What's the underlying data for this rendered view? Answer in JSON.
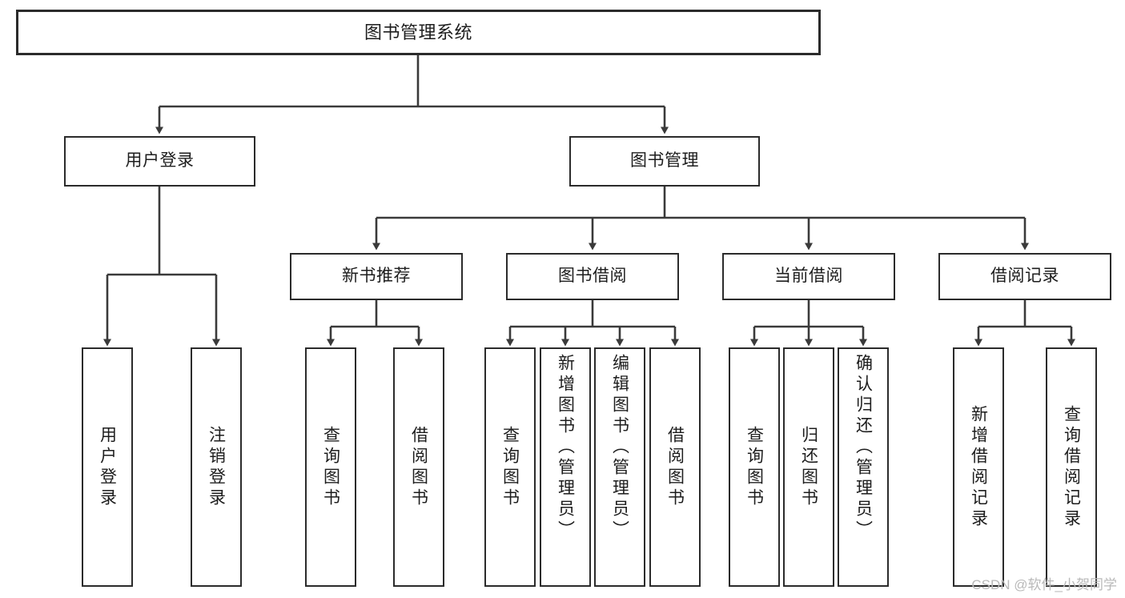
{
  "diagram": {
    "kind": "tree-hierarchy-chart",
    "title": "图书管理系统",
    "watermark": "CSDN @软件_小贺同学",
    "colors": {
      "background": "#ffffff",
      "box_stroke": "#2b2b2b",
      "connector": "#3a3a3a",
      "text": "#1d1d1d",
      "watermark": "#b9b9b9"
    },
    "nodes": {
      "root": {
        "label": "图书管理系统",
        "level": 0
      },
      "user_login": {
        "label": "用户登录",
        "level": 1
      },
      "book_manage": {
        "label": "图书管理",
        "level": 1
      },
      "new_book_recommend": {
        "label": "新书推荐",
        "level": 2
      },
      "book_borrow": {
        "label": "图书借阅",
        "level": 2
      },
      "current_borrow": {
        "label": "当前借阅",
        "level": 2
      },
      "borrow_record": {
        "label": "借阅记录",
        "level": 2
      },
      "leaf_user_login": {
        "label": "用户登录",
        "level": 3
      },
      "leaf_logout": {
        "label": "注销登录",
        "level": 3
      },
      "leaf_query_book_1": {
        "label": "查询图书",
        "level": 3
      },
      "leaf_borrow_book_1": {
        "label": "借阅图书",
        "level": 3
      },
      "leaf_query_book_2": {
        "label": "查询图书",
        "level": 3
      },
      "leaf_add_book": {
        "label": "新增图书（管理员）",
        "level": 3
      },
      "leaf_edit_book": {
        "label": "编辑图书（管理员）",
        "level": 3
      },
      "leaf_borrow_book_2": {
        "label": "借阅图书",
        "level": 3
      },
      "leaf_query_book_3": {
        "label": "查询图书",
        "level": 3
      },
      "leaf_return_book": {
        "label": "归还图书",
        "level": 3
      },
      "leaf_confirm_return": {
        "label": "确认归还（管理员）",
        "level": 3
      },
      "leaf_add_record": {
        "label": "新增借阅记录",
        "level": 3
      },
      "leaf_query_record": {
        "label": "查询借阅记录",
        "level": 3
      }
    },
    "edges": [
      {
        "from": "root",
        "to": "user_login"
      },
      {
        "from": "root",
        "to": "book_manage"
      },
      {
        "from": "book_manage",
        "to": "new_book_recommend"
      },
      {
        "from": "book_manage",
        "to": "book_borrow"
      },
      {
        "from": "book_manage",
        "to": "current_borrow"
      },
      {
        "from": "book_manage",
        "to": "borrow_record"
      },
      {
        "from": "user_login",
        "to": "leaf_user_login"
      },
      {
        "from": "user_login",
        "to": "leaf_logout"
      },
      {
        "from": "new_book_recommend",
        "to": "leaf_query_book_1"
      },
      {
        "from": "new_book_recommend",
        "to": "leaf_borrow_book_1"
      },
      {
        "from": "book_borrow",
        "to": "leaf_query_book_2"
      },
      {
        "from": "book_borrow",
        "to": "leaf_add_book"
      },
      {
        "from": "book_borrow",
        "to": "leaf_edit_book"
      },
      {
        "from": "book_borrow",
        "to": "leaf_borrow_book_2"
      },
      {
        "from": "current_borrow",
        "to": "leaf_query_book_3"
      },
      {
        "from": "current_borrow",
        "to": "leaf_return_book"
      },
      {
        "from": "current_borrow",
        "to": "leaf_confirm_return"
      },
      {
        "from": "borrow_record",
        "to": "leaf_add_record"
      },
      {
        "from": "borrow_record",
        "to": "leaf_query_record"
      }
    ]
  }
}
